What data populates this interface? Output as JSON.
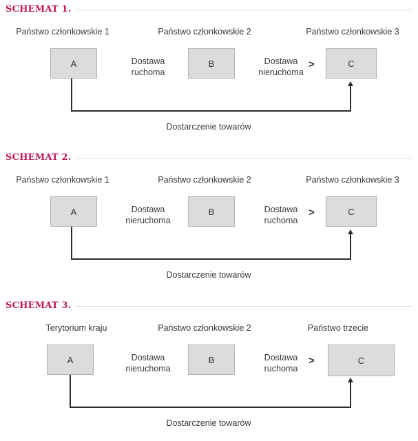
{
  "colors": {
    "accent_title": "#c11556",
    "box_fill": "#dcdcdc",
    "box_border": "#b2b2b2",
    "line": "#2d2d2d",
    "text": "#3a3a3a"
  },
  "schemats": [
    {
      "title": "SCHEMAT 1.",
      "countries": [
        "Państwo członkowskie 1",
        "Państwo członkowskie 2",
        "Państwo członkowskie 3"
      ],
      "boxes": [
        "A",
        "B",
        "C"
      ],
      "flow_ab": "Dostawa\nruchoma",
      "flow_bc": "Dostawa\nnieruchoma",
      "gt_symbol": ">",
      "caption": "Dostarczenie towarów"
    },
    {
      "title": "SCHEMAT 2.",
      "countries": [
        "Państwo członkowskie 1",
        "Państwo członkowskie 2",
        "Państwo członkowskie 3"
      ],
      "boxes": [
        "A",
        "B",
        "C"
      ],
      "flow_ab": "Dostawa\nnieruchoma",
      "flow_bc": "Dostawa\nruchoma",
      "gt_symbol": ">",
      "caption": "Dostarczenie towarów"
    },
    {
      "title": "SCHEMAT 3.",
      "countries": [
        "Terytorium kraju",
        "Państwo członkowskie 2",
        "Państwo trzecie"
      ],
      "boxes": [
        "A",
        "B",
        "C"
      ],
      "flow_ab": "Dostawa\nnieruchoma",
      "flow_bc": "Dostawa\nruchoma",
      "gt_symbol": ">",
      "caption": "Dostarczenie towarów"
    }
  ]
}
